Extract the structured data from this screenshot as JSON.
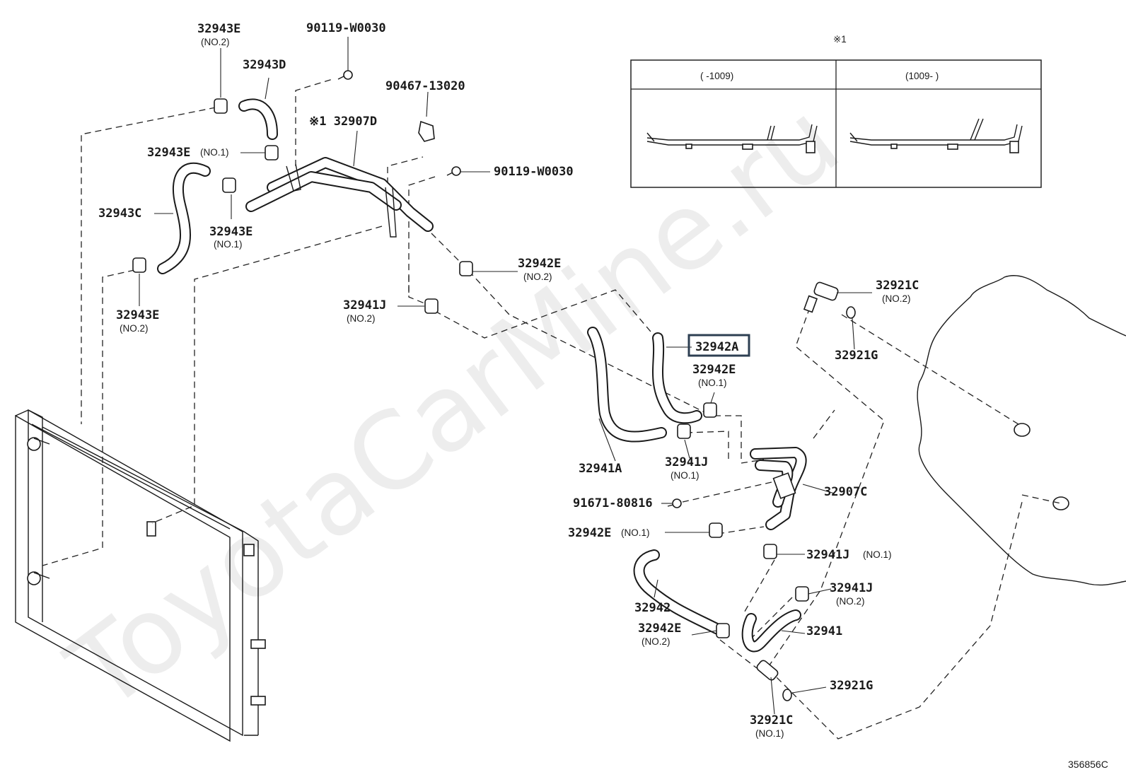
{
  "diagram": {
    "watermark": "ToyotaCarMine.ru",
    "figure_code": "356856C",
    "inset": {
      "marker": "※1",
      "col_left_label": "(     -1009)",
      "col_right_label": "(1009-     )"
    },
    "highlighted_part": "32942A",
    "labels": [
      {
        "id": "p32943E_no2_top",
        "code": "32943E",
        "sub": "(NO.2)"
      },
      {
        "id": "p90119_top",
        "code": "90119-W0030",
        "sub": ""
      },
      {
        "id": "p32943D",
        "code": "32943D",
        "sub": ""
      },
      {
        "id": "p90467",
        "code": "90467-13020",
        "sub": ""
      },
      {
        "id": "p32907D",
        "code": "※1 32907D",
        "sub": ""
      },
      {
        "id": "p32943E_no1",
        "code": "32943E",
        "sub": "(NO.1)"
      },
      {
        "id": "p90119_mid",
        "code": "90119-W0030",
        "sub": ""
      },
      {
        "id": "p32943C",
        "code": "32943C",
        "sub": ""
      },
      {
        "id": "p32943E_no1_b",
        "code": "32943E",
        "sub": "(NO.1)"
      },
      {
        "id": "p32942E_no2_a",
        "code": "32942E",
        "sub": "(NO.2)"
      },
      {
        "id": "p32943E_no2_b",
        "code": "32943E",
        "sub": "(NO.2)"
      },
      {
        "id": "p32941J_no2_a",
        "code": "32941J",
        "sub": "(NO.2)"
      },
      {
        "id": "p32921C_no2",
        "code": "32921C",
        "sub": "(NO.2)"
      },
      {
        "id": "p32921G_a",
        "code": "32921G",
        "sub": ""
      },
      {
        "id": "p32942A",
        "code": "32942A",
        "sub": ""
      },
      {
        "id": "p32942E_no1_a",
        "code": "32942E",
        "sub": "(NO.1)"
      },
      {
        "id": "p32941A",
        "code": "32941A",
        "sub": ""
      },
      {
        "id": "p32941J_no1_a",
        "code": "32941J",
        "sub": "(NO.1)"
      },
      {
        "id": "p32907C",
        "code": "32907C",
        "sub": ""
      },
      {
        "id": "p91671",
        "code": "91671-80816",
        "sub": ""
      },
      {
        "id": "p32942E_no1_b",
        "code": "32942E",
        "sub": "(NO.1)"
      },
      {
        "id": "p32941J_no1_b",
        "code": "32941J",
        "sub": "(NO.1)"
      },
      {
        "id": "p32941J_no2_b",
        "code": "32941J",
        "sub": "(NO.2)"
      },
      {
        "id": "p32942",
        "code": "32942",
        "sub": ""
      },
      {
        "id": "p32941",
        "code": "32941",
        "sub": ""
      },
      {
        "id": "p32942E_no2_b",
        "code": "32942E",
        "sub": "(NO.2)"
      },
      {
        "id": "p32921G_b",
        "code": "32921G",
        "sub": ""
      },
      {
        "id": "p32921C_no1",
        "code": "32921C",
        "sub": "(NO.1)"
      }
    ]
  }
}
